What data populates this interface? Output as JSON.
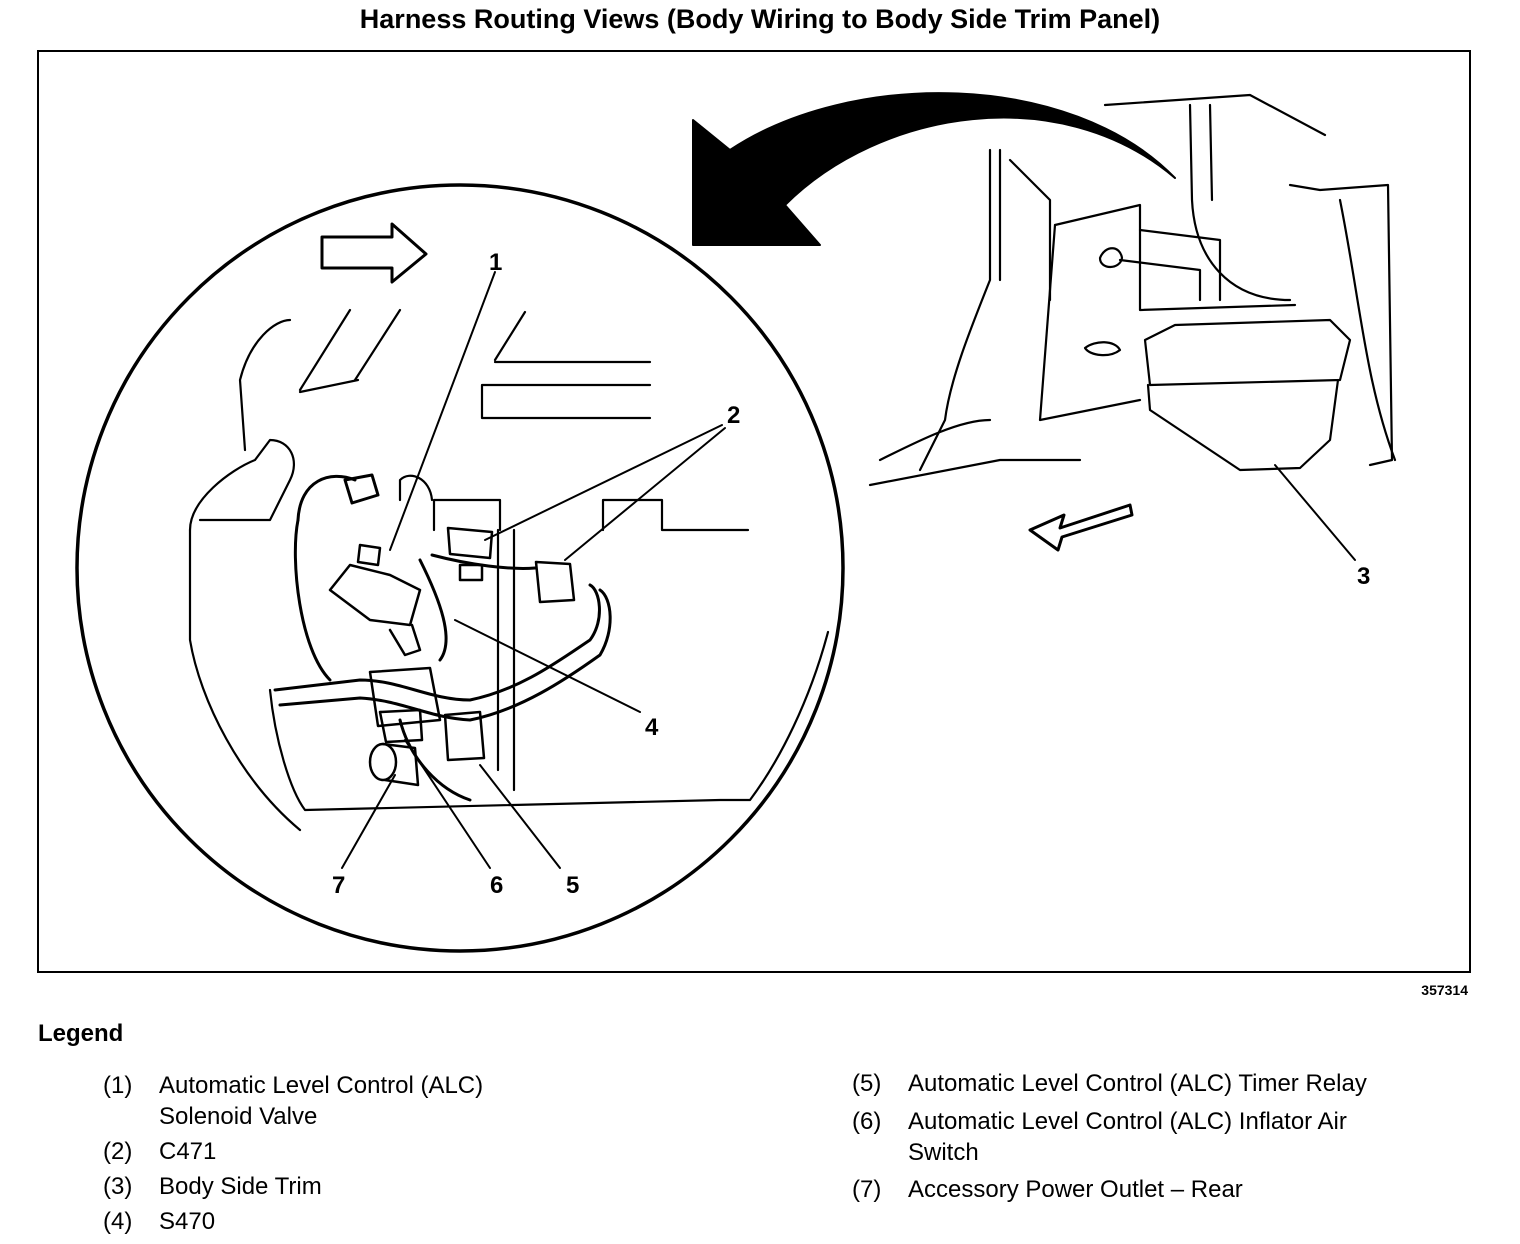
{
  "title": "Harness Routing Views (Body Wiring to Body Side Trim Panel)",
  "figure_id": "357314",
  "callouts": [
    "1",
    "2",
    "3",
    "4",
    "5",
    "6",
    "7"
  ],
  "legend": {
    "heading": "Legend",
    "items": [
      {
        "num": "(1)",
        "lines": [
          "Automatic Level Control (ALC)",
          "Solenoid Valve"
        ]
      },
      {
        "num": "(2)",
        "lines": [
          "C471"
        ]
      },
      {
        "num": "(3)",
        "lines": [
          "Body Side Trim"
        ]
      },
      {
        "num": "(4)",
        "lines": [
          "S470"
        ]
      },
      {
        "num": "(5)",
        "lines": [
          "Automatic Level Control (ALC) Timer Relay"
        ]
      },
      {
        "num": "(6)",
        "lines": [
          "Automatic Level Control (ALC) Inflator Air",
          "Switch"
        ]
      },
      {
        "num": "(7)",
        "lines": [
          "Accessory Power Outlet – Rear"
        ]
      }
    ]
  }
}
